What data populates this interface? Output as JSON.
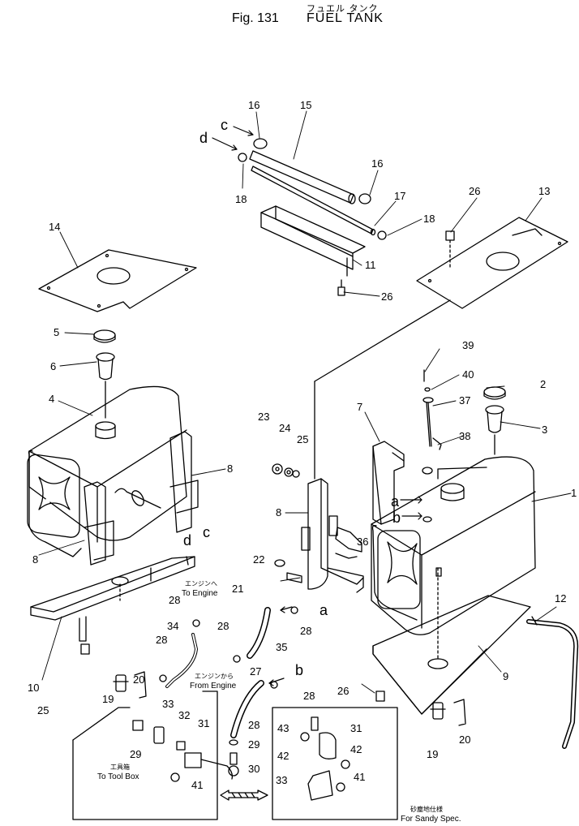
{
  "title": {
    "japanese": "フュエル タンク",
    "figure": "Fig. 131",
    "name": "FUEL TANK"
  },
  "callouts": [
    {
      "id": "c1",
      "label": "1"
    },
    {
      "id": "c2",
      "label": "2"
    },
    {
      "id": "c3",
      "label": "3"
    },
    {
      "id": "c4",
      "label": "4"
    },
    {
      "id": "c5",
      "label": "5"
    },
    {
      "id": "c6",
      "label": "6"
    },
    {
      "id": "c7",
      "label": "7"
    },
    {
      "id": "c8a",
      "label": "8"
    },
    {
      "id": "c8b",
      "label": "8"
    },
    {
      "id": "c8c",
      "label": "8"
    },
    {
      "id": "c9",
      "label": "9"
    },
    {
      "id": "c10",
      "label": "10"
    },
    {
      "id": "c11",
      "label": "11"
    },
    {
      "id": "c12",
      "label": "12"
    },
    {
      "id": "c13",
      "label": "13"
    },
    {
      "id": "c14",
      "label": "14"
    },
    {
      "id": "c15",
      "label": "15"
    },
    {
      "id": "c16a",
      "label": "16"
    },
    {
      "id": "c16b",
      "label": "16"
    },
    {
      "id": "c17",
      "label": "17"
    },
    {
      "id": "c18a",
      "label": "18"
    },
    {
      "id": "c18b",
      "label": "18"
    },
    {
      "id": "c19a",
      "label": "19"
    },
    {
      "id": "c19b",
      "label": "19"
    },
    {
      "id": "c20a",
      "label": "20"
    },
    {
      "id": "c20b",
      "label": "20"
    },
    {
      "id": "c21",
      "label": "21"
    },
    {
      "id": "c22",
      "label": "22"
    },
    {
      "id": "c23",
      "label": "23"
    },
    {
      "id": "c24",
      "label": "24"
    },
    {
      "id": "c25a",
      "label": "25"
    },
    {
      "id": "c25b",
      "label": "25"
    },
    {
      "id": "c26a",
      "label": "26"
    },
    {
      "id": "c26b",
      "label": "26"
    },
    {
      "id": "c26c",
      "label": "26"
    },
    {
      "id": "c27",
      "label": "27"
    },
    {
      "id": "c28a",
      "label": "28"
    },
    {
      "id": "c28b",
      "label": "28"
    },
    {
      "id": "c28c",
      "label": "28"
    },
    {
      "id": "c28d",
      "label": "28"
    },
    {
      "id": "c28e",
      "label": "28"
    },
    {
      "id": "c28f",
      "label": "28"
    },
    {
      "id": "c29a",
      "label": "29"
    },
    {
      "id": "c29b",
      "label": "29"
    },
    {
      "id": "c30",
      "label": "30"
    },
    {
      "id": "c31a",
      "label": "31"
    },
    {
      "id": "c31b",
      "label": "31"
    },
    {
      "id": "c32",
      "label": "32"
    },
    {
      "id": "c33a",
      "label": "33"
    },
    {
      "id": "c33b",
      "label": "33"
    },
    {
      "id": "c34",
      "label": "34"
    },
    {
      "id": "c35",
      "label": "35"
    },
    {
      "id": "c36",
      "label": "36"
    },
    {
      "id": "c37",
      "label": "37"
    },
    {
      "id": "c38",
      "label": "38"
    },
    {
      "id": "c39",
      "label": "39"
    },
    {
      "id": "c40",
      "label": "40"
    },
    {
      "id": "c41a",
      "label": "41"
    },
    {
      "id": "c41b",
      "label": "41"
    },
    {
      "id": "c42a",
      "label": "42"
    },
    {
      "id": "c42b",
      "label": "42"
    },
    {
      "id": "c43",
      "label": "43"
    }
  ],
  "letters": {
    "a1": "a",
    "a2": "a",
    "b1": "b",
    "b2": "b",
    "c1": "c",
    "c2": "c",
    "d1": "d",
    "d2": "d"
  },
  "notes": {
    "to_engine_jp": "エンジンへ",
    "to_engine": "To Engine",
    "from_engine_jp": "エンジンから",
    "from_engine": "From Engine",
    "tool_box_jp": "工具箱",
    "tool_box": "To Tool Box",
    "sandy_jp": "砂塵地仕様",
    "sandy": "For Sandy Spec."
  }
}
